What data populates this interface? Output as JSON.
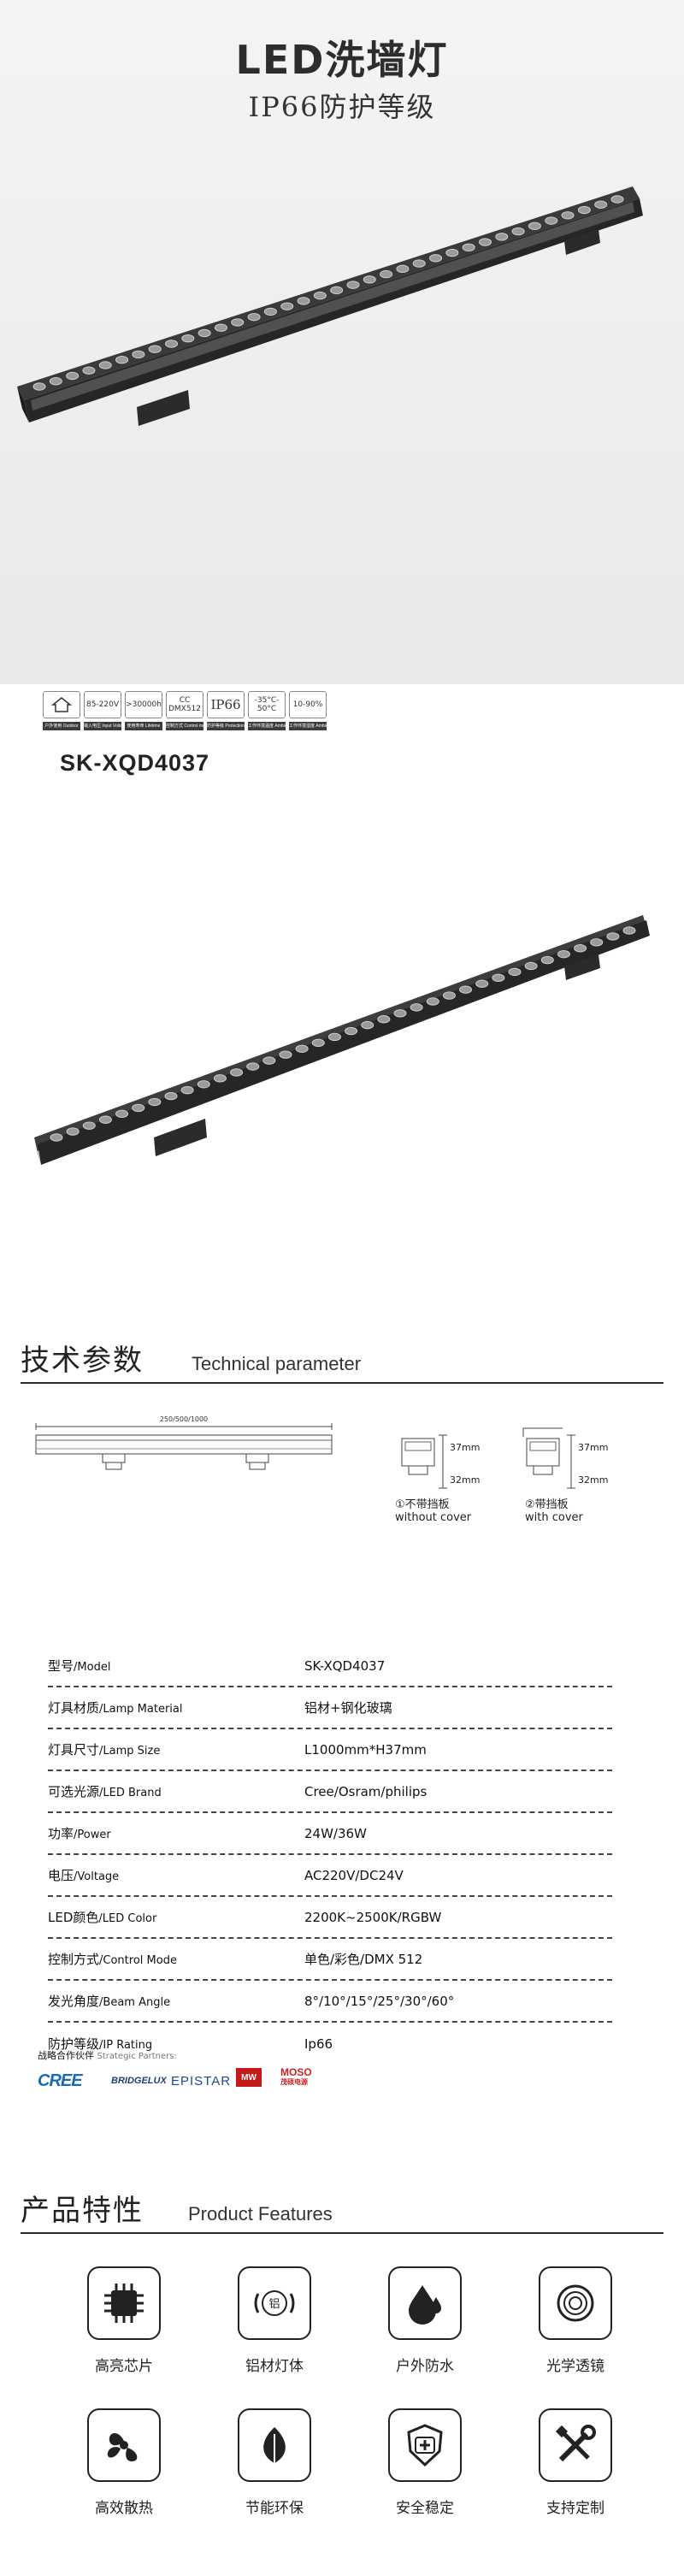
{
  "hero": {
    "title": "LED洗墙灯",
    "subtitle": "IP66防护等级"
  },
  "spec_icons": [
    {
      "icon": "house-icon",
      "box": "",
      "caption": "户外使用 Outdoor"
    },
    {
      "icon": "voltage-icon",
      "box": "85-220V",
      "caption": "输入电压 Input Voltage"
    },
    {
      "icon": "lifespan-icon",
      "box": ">30000h",
      "caption": "使用寿命 Lifetime"
    },
    {
      "icon": "control-icon",
      "box": "CC DMX512",
      "caption": "控制方式 Control mode"
    },
    {
      "icon": "ip-rating-icon",
      "box": "IP66",
      "caption": "防护等级 Protection"
    },
    {
      "icon": "thermometer-icon",
      "box": "-35°C-50°C",
      "caption": "工作环境温度 Ambient temperature"
    },
    {
      "icon": "humidity-icon",
      "box": "10-90%",
      "caption": "工作环境湿度 Ambient humidity"
    }
  ],
  "model": "SK-XQD4037",
  "tech": {
    "zh": "技术参数",
    "en": "Technical parameter"
  },
  "drawings": {
    "length_label": "250/500/1000",
    "dim_top": "37mm",
    "dim_bottom": "32mm",
    "without_cover": "①不带挡板\nwithout cover",
    "with_cover": "②带挡板\nwith cover"
  },
  "params": [
    {
      "zh": "型号",
      "en": "Model",
      "value": "SK-XQD4037"
    },
    {
      "zh": "灯具材质",
      "en": "Lamp Material",
      "value": "铝材+钢化玻璃"
    },
    {
      "zh": "灯具尺寸",
      "en": "Lamp Size",
      "value": "L1000mm*H37mm"
    },
    {
      "zh": "可选光源",
      "en": "LED Brand",
      "value": "Cree/Osram/philips"
    },
    {
      "zh": "功率",
      "en": "Power",
      "value": "24W/36W"
    },
    {
      "zh": "电压",
      "en": "Voltage",
      "value": "AC220V/DC24V"
    },
    {
      "zh": "LED颜色",
      "en": "LED Color",
      "value": "2200K~2500K/RGBW"
    },
    {
      "zh": "控制方式",
      "en": "Control Mode",
      "value": "单色/彩色/DMX 512"
    },
    {
      "zh": "发光角度",
      "en": "Beam Angle",
      "value": "8°/10°/15°/25°/30°/60°"
    },
    {
      "zh": "防护等级",
      "en": "IP Rating",
      "value": "Ip66"
    }
  ],
  "partners": {
    "label_zh": "战略合作伙伴",
    "label_en": "Strategic Partners:",
    "brands": [
      "CREE",
      "BRIDGELUX",
      "EPISTAR",
      "MW",
      "MOSO",
      "茂硕电源"
    ]
  },
  "features_head": {
    "zh": "产品特性",
    "en": "Product Features"
  },
  "features": [
    {
      "icon": "chip-icon",
      "label": "高亮芯片"
    },
    {
      "icon": "aluminum-icon",
      "label": "铝材灯体"
    },
    {
      "icon": "waterproof-icon",
      "label": "户外防水"
    },
    {
      "icon": "lens-icon",
      "label": "光学透镜"
    },
    {
      "icon": "fan-icon",
      "label": "高效散热"
    },
    {
      "icon": "leaf-icon",
      "label": "节能环保"
    },
    {
      "icon": "shield-icon",
      "label": "安全稳定"
    },
    {
      "icon": "tools-icon",
      "label": "支持定制"
    }
  ]
}
